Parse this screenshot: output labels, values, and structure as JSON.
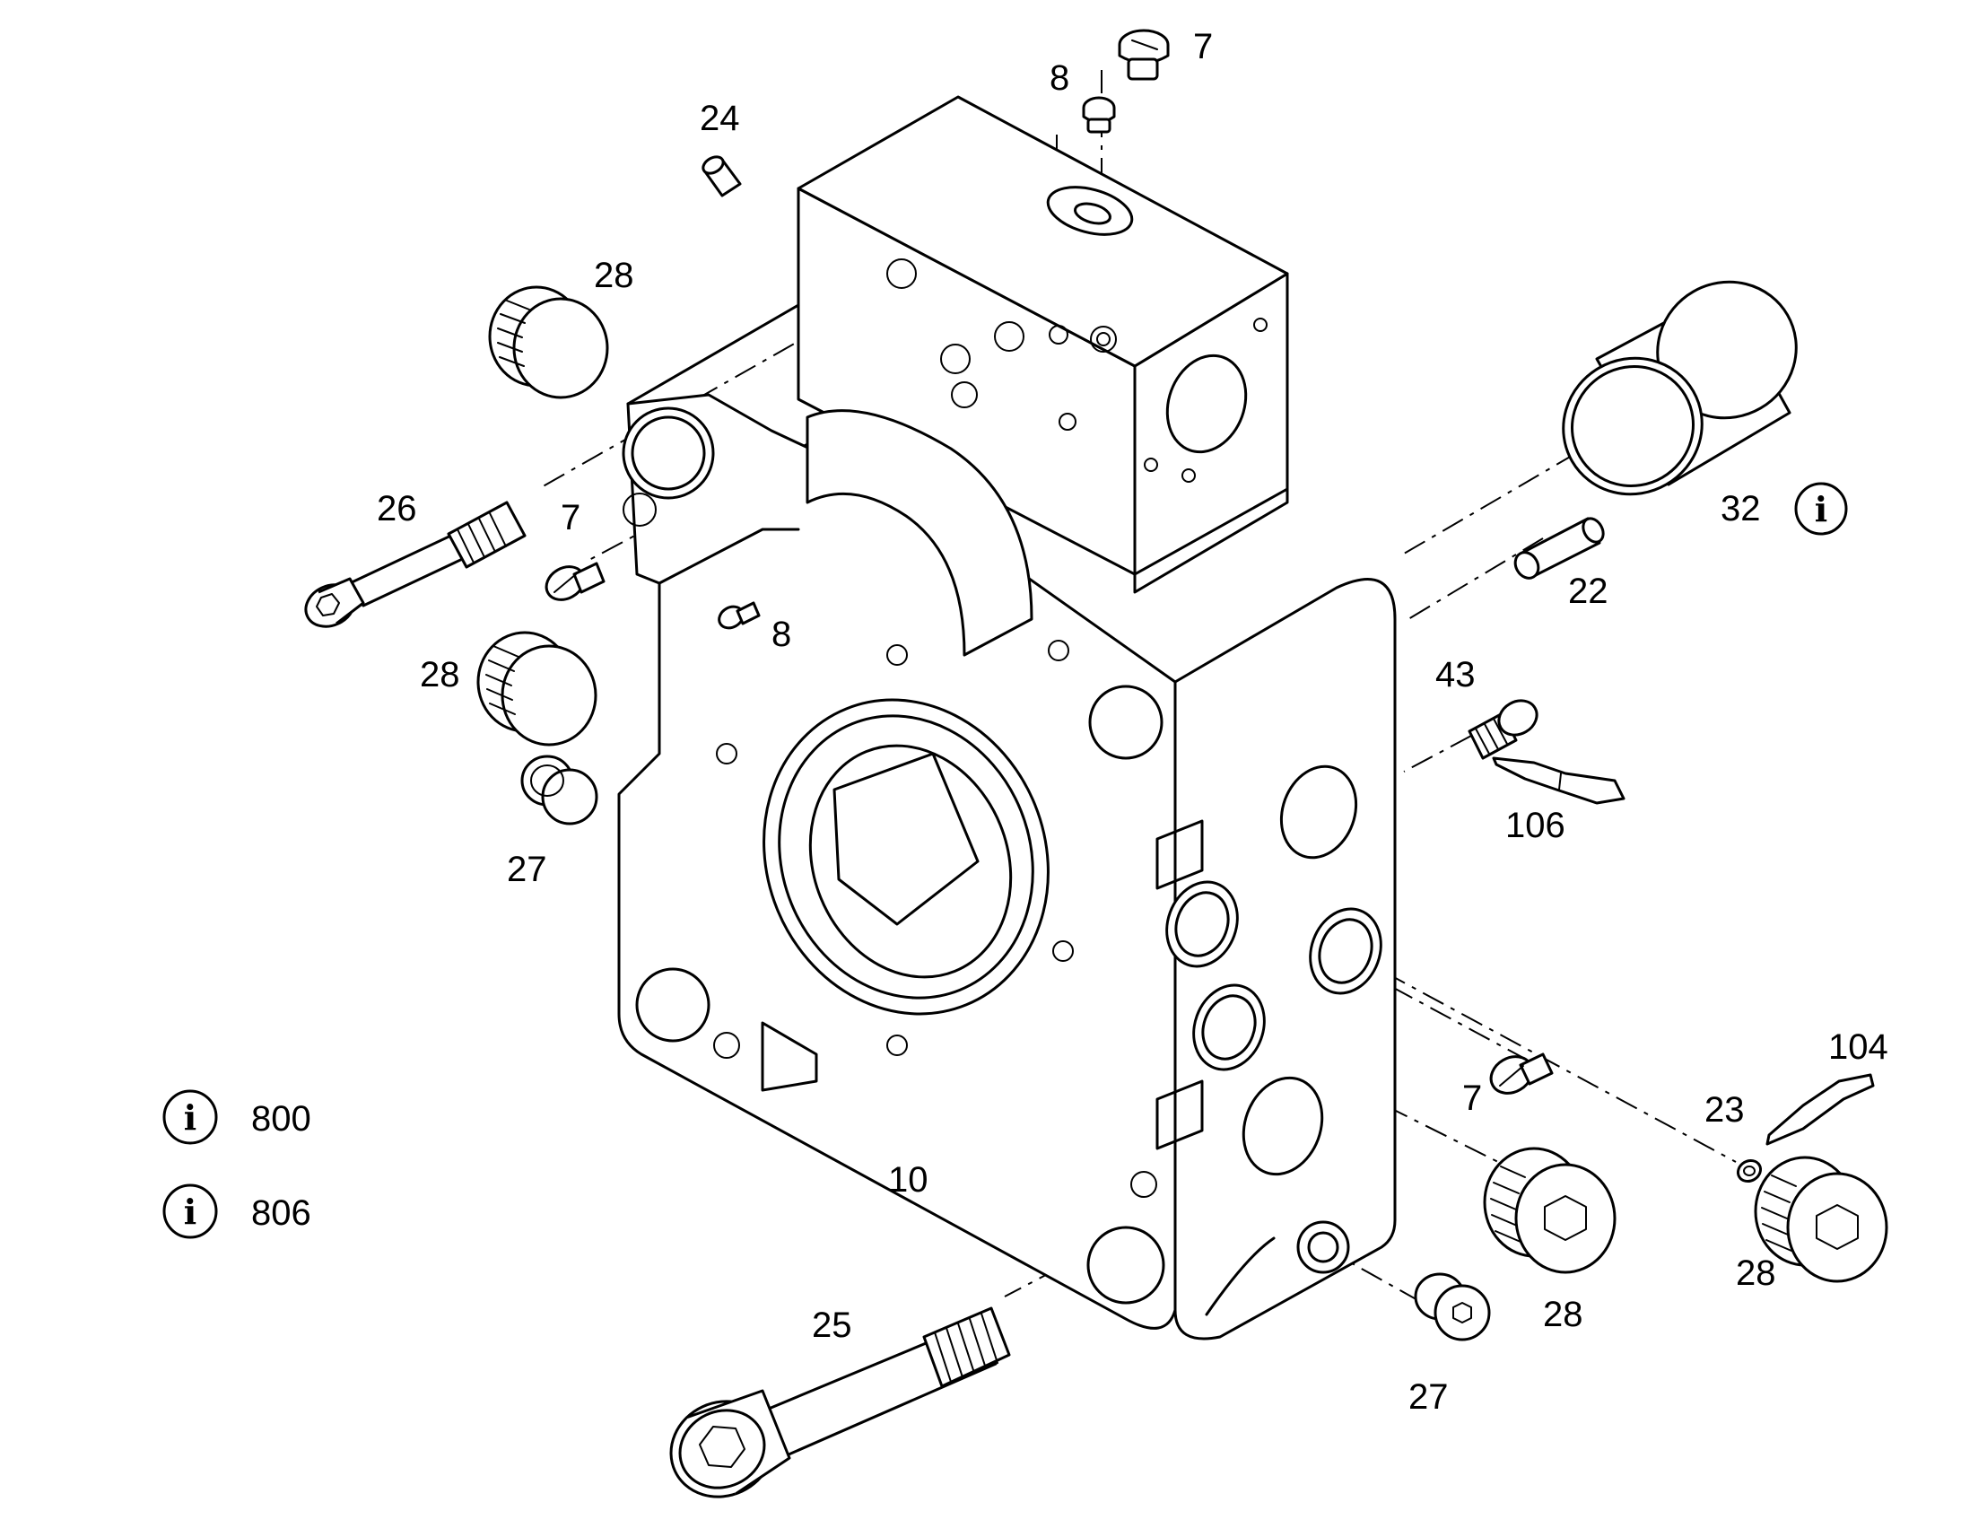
{
  "diagram": {
    "labels": [
      {
        "key": "lbl_7_top",
        "text": "7"
      },
      {
        "key": "lbl_8_top",
        "text": "8"
      },
      {
        "key": "lbl_24",
        "text": "24"
      },
      {
        "key": "lbl_28_a",
        "text": "28"
      },
      {
        "key": "lbl_26",
        "text": "26"
      },
      {
        "key": "lbl_7_left",
        "text": "7"
      },
      {
        "key": "lbl_8_mid",
        "text": "8"
      },
      {
        "key": "lbl_28_b",
        "text": "28"
      },
      {
        "key": "lbl_27_left",
        "text": "27"
      },
      {
        "key": "lbl_32",
        "text": "32"
      },
      {
        "key": "lbl_22",
        "text": "22"
      },
      {
        "key": "lbl_43",
        "text": "43"
      },
      {
        "key": "lbl_106",
        "text": "106"
      },
      {
        "key": "lbl_7_right",
        "text": "7"
      },
      {
        "key": "lbl_104",
        "text": "104"
      },
      {
        "key": "lbl_23",
        "text": "23"
      },
      {
        "key": "lbl_10",
        "text": "10"
      },
      {
        "key": "lbl_25",
        "text": "25"
      },
      {
        "key": "lbl_27_bottom",
        "text": "27"
      },
      {
        "key": "lbl_28_c",
        "text": "28"
      },
      {
        "key": "lbl_28_d",
        "text": "28"
      }
    ],
    "info_refs": [
      {
        "icon": "info-icon",
        "glyph": "i",
        "number": "800"
      },
      {
        "icon": "info-icon",
        "glyph": "i",
        "number": "806"
      }
    ],
    "info_glyph_32": "i"
  }
}
